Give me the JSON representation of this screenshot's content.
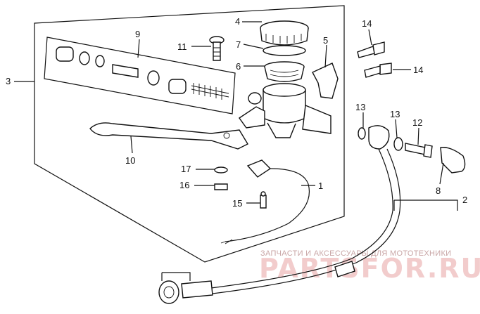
{
  "callouts": {
    "n1": "1",
    "n2": "2",
    "n3": "3",
    "n4": "4",
    "n5": "5",
    "n6": "6",
    "n7": "7",
    "n8": "8",
    "n9": "9",
    "n10": "10",
    "n11": "11",
    "n12": "12",
    "n13a": "13",
    "n13b": "13",
    "n14a": "14",
    "n14b": "14",
    "n15": "15",
    "n16": "16",
    "n17": "17"
  },
  "watermark": {
    "tagline": "ЗАПЧАСТИ И АКСЕССУАРЫ ДЛЯ МОТОТЕХНИКИ",
    "brand": "PARTSFOR.RU"
  },
  "colors": {
    "line": "#111111",
    "watermark": "#f2cccc",
    "background": "#ffffff"
  }
}
